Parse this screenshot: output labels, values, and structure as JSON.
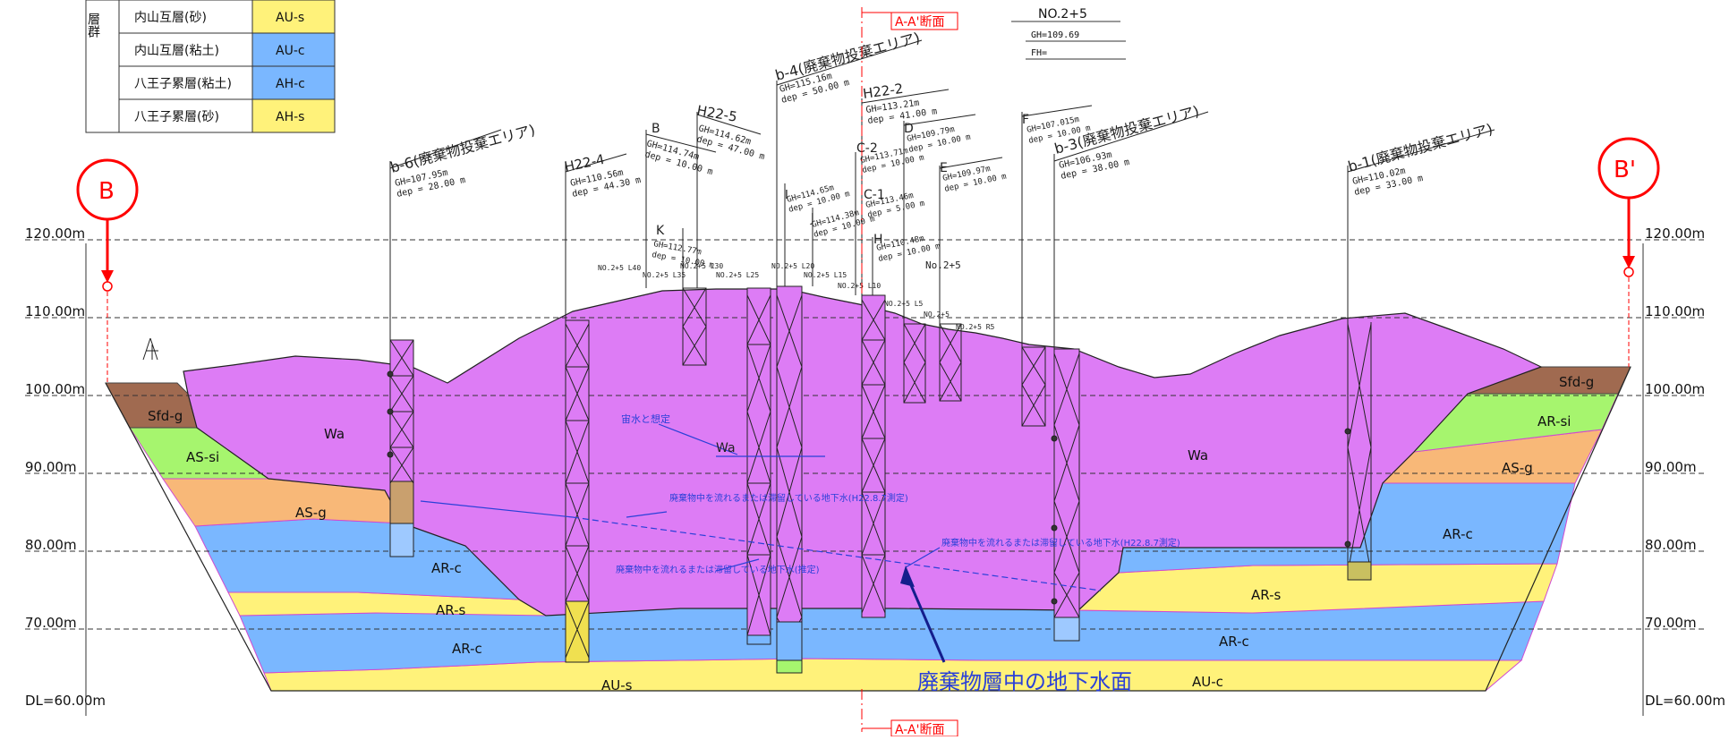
{
  "legend": {
    "side_label": "層群",
    "rows": [
      {
        "name": "内山互層(砂)",
        "code": "AU-s",
        "color": "#fff27a"
      },
      {
        "name": "内山互層(粘土)",
        "code": "AU-c",
        "color": "#7ab7ff"
      },
      {
        "name": "八王子累層(粘土)",
        "code": "AH-c",
        "color": "#7ab7ff"
      },
      {
        "name": "八王子累層(砂)",
        "code": "AH-s",
        "color": "#fff27a"
      }
    ]
  },
  "section": {
    "no": "NO.2+5",
    "gh": "GH=109.69",
    "fh": "FH=",
    "ref_top": "A-A'断面",
    "ref_bottom": "A-A'断面",
    "left_marker": "B",
    "right_marker": "B'"
  },
  "elevations": [
    {
      "label": "120.00m",
      "value": 120
    },
    {
      "label": "110.00m",
      "value": 110
    },
    {
      "label": "100.00m",
      "value": 100
    },
    {
      "label": "90.00m",
      "value": 90
    },
    {
      "label": "80.00m",
      "value": 80
    },
    {
      "label": "70.00m",
      "value": 70
    },
    {
      "label": "DL=60.00m",
      "value": 60
    }
  ],
  "layers": {
    "Wa_left": "Wa",
    "Wa_center": "Wa",
    "Wa_right": "Wa",
    "Sfd_g_left": "Sfd-g",
    "Sfd_g_right": "Sfd-g",
    "AS_si": "AS-si",
    "AR_si": "AR-si",
    "AS_g_left": "AS-g",
    "AS_g_right": "AS-g",
    "AR_c_left": "AR-c",
    "AR_c_right": "AR-c",
    "AR_s_left": "AR-s",
    "AR_s_right": "AR-s",
    "AR_c_low_left": "AR-c",
    "AR_c_low_right": "AR-c",
    "AU_s": "AU-s",
    "AU_c": "AU-c"
  },
  "boreholes": [
    {
      "name": "b-6(廃棄物投棄エリア)",
      "gh": "GH=107.95m",
      "dep": "dep = 28.00 m"
    },
    {
      "name": "H22-4",
      "gh": "GH=110.56m",
      "dep": "dep = 44.30 m"
    },
    {
      "name": "K",
      "gh": "GH=112.77m",
      "dep": "dep = 10.00 m"
    },
    {
      "name": "B",
      "gh": "GH=114.74m",
      "dep": "dep = 10.00 m"
    },
    {
      "name": "H22-5",
      "gh": "GH=114.62m",
      "dep": "dep = 47.00 m"
    },
    {
      "name": "b-4(廃棄物投棄エリア)",
      "gh": "GH=115.16m",
      "dep": "dep = 50.00 m"
    },
    {
      "name": "I",
      "gh": "GH=114.65m",
      "dep": "dep = 10.00 m"
    },
    {
      "name": "J",
      "gh": "GH=114.38m",
      "dep": "dep = 10.00 m"
    },
    {
      "name": "H22-2",
      "gh": "GH=113.21m",
      "dep": "dep = 41.00 m"
    },
    {
      "name": "C-2",
      "gh": "GH=113.71m",
      "dep": "dep = 10.00 m"
    },
    {
      "name": "C-1",
      "gh": "GH=113.46m",
      "dep": "dep = 5.00 m"
    },
    {
      "name": "H",
      "gh": "GH=110.48m",
      "dep": "dep = 10.00 m"
    },
    {
      "name": "D",
      "gh": "GH=109.79m",
      "dep": "dep = 10.00 m"
    },
    {
      "name": "E",
      "gh": "GH=109.97m",
      "dep": "dep = 10.00 m"
    },
    {
      "name": "F",
      "gh": "GH=107.015m",
      "dep": "dep = 10.00 m"
    },
    {
      "name": "b-3(廃棄物投棄エリア)",
      "gh": "GH=106.93m",
      "dep": "dep = 38.00 m"
    },
    {
      "name": "b-1(廃棄物投棄エリア)",
      "gh": "GH=110.02m",
      "dep": "dep = 33.00 m"
    }
  ],
  "stations": [
    "NO.2+5 L40",
    "NO.2+5 L35",
    "NO.2+5 L30",
    "NO.2+5 L25",
    "NO.2+5 L20",
    "NO.2+5 L15",
    "NO.2+5 L10",
    "NO.2+5 L5",
    "NO.2+5",
    "NO.2+5 R5",
    "No.2+5"
  ],
  "annotations": {
    "perched": "宙水と想定",
    "wa_mid": "Wa",
    "gw_measured_1": "廃棄物中を流れるまたは滞留している地下水(H22.8.7測定)",
    "gw_estimated": "廃棄物中を流れるまたは滞留している地下水(推定)",
    "gw_measured_2": "廃棄物中を流れるまたは滞留している地下水(H22.8.7測定)",
    "big_label": "廃棄物層中の地下水面"
  },
  "colors": {
    "waste": "#dd7cf5",
    "sfd": "#a06a50",
    "silt": "#a6f56e",
    "gravel": "#f8b878",
    "clay": "#7ab7ff",
    "sand": "#fff27a",
    "blue_text": "#2a40d8",
    "red": "#ff0000",
    "navy": "#141e8c"
  }
}
